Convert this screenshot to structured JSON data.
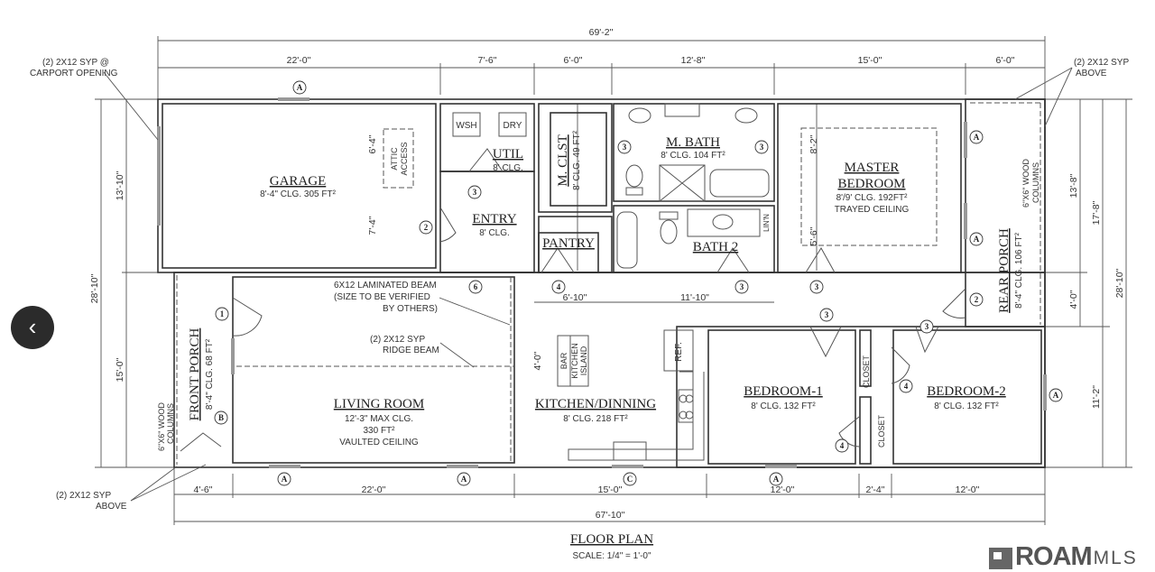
{
  "title": "FLOOR PLAN",
  "scale": "SCALE: 1/4\" = 1'-0\"",
  "logo": {
    "bold": "ROAM",
    "light": "MLS"
  },
  "back_button": {
    "icon": "chevron-left-icon",
    "glyph": "‹"
  },
  "rooms": {
    "garage": {
      "name": "GARAGE",
      "info": "8'-4\" CLG. 305 FT²"
    },
    "util": {
      "name": "UTIL",
      "info": "8' CLG."
    },
    "entry": {
      "name": "ENTRY",
      "info": "8' CLG."
    },
    "m_clst": {
      "name": "M. CLST",
      "info": "8' CLG. 49 FT²"
    },
    "m_bath": {
      "name": "M. BATH",
      "info": "8' CLG. 104 FT²"
    },
    "master": {
      "name1": "MASTER",
      "name2": "BEDROOM",
      "info": "8'/9' CLG. 192FT²",
      "note": "TRAYED CEILING"
    },
    "bath2": {
      "name": "BATH 2"
    },
    "pantry": {
      "name": "PANTRY"
    },
    "rear_porch": {
      "name": "REAR PORCH",
      "info": "8'-4\" CLG. 106 FT²"
    },
    "front_porch": {
      "name": "FRONT PORCH",
      "info": "8'-4\" CLG. 68 FT²"
    },
    "living": {
      "name": "LIVING ROOM",
      "info": "12'-3\" MAX CLG.",
      "area": "330 FT²",
      "note": "VAULTED CEILING"
    },
    "kitchen": {
      "name": "KITCHEN/DINNING",
      "info": "8' CLG. 218 FT²"
    },
    "bedroom1": {
      "name": "BEDROOM-1",
      "info": "8' CLG. 132 FT²"
    },
    "bedroom2": {
      "name": "BEDROOM-2",
      "info": "8' CLG. 132 FT²"
    },
    "closet": "CLOSET"
  },
  "fixtures": {
    "wsh": "WSH",
    "dry": "DRY",
    "attic1": "ATTIC",
    "attic2": "ACCESS",
    "ref": "REF.",
    "bar": "BAR",
    "island1": "KITCHEN",
    "island2": "ISLAND",
    "linen": "LIN'N"
  },
  "notes": {
    "carport1": "(2) 2X12 SYP @",
    "carport2": "CARPORT OPENING",
    "syp_right1": "(2) 2X12 SYP",
    "syp_right2": "ABOVE",
    "cols_right1": "6\"X6\" WOOD",
    "cols_right2": "COLUMNS",
    "beam1": "6X12 LAMINATED BEAM",
    "beam2": "(SIZE TO BE VERIFIED",
    "beam3": "BY OTHERS)",
    "ridge1": "(2) 2X12 SYP",
    "ridge2": "RIDGE BEAM",
    "cols_front1": "6\"X6\" WOOD",
    "cols_front2": "COLUMNS",
    "syp_bottom1": "(2) 2X12 SYP",
    "syp_bottom2": "ABOVE"
  },
  "dimensions": {
    "top_overall": "69'-2\"",
    "top": [
      "22'-0\"",
      "7'-6\"",
      "6'-0\"",
      "12'-8\"",
      "15'-0\"",
      "6'-0\""
    ],
    "left": [
      "13'-10\"",
      "15'-0\"",
      "28'-10\""
    ],
    "right": [
      "13'-8\"",
      "4'-0\"",
      "17'-8\"",
      "11'-2\"",
      "28'-10\""
    ],
    "bottom": [
      "4'-6\"",
      "22'-0\"",
      "15'-0\"",
      "12'-0\"",
      "2'-4\"",
      "12'-0\""
    ],
    "bottom_overall": "67'-10\"",
    "interior": [
      "6'-10\"",
      "11'-10\"",
      "6'-4\"",
      "7'-4\"",
      "8'-2\"",
      "5'-6\"",
      "4'-0\""
    ]
  },
  "markers": [
    "A",
    "A",
    "A",
    "A",
    "A",
    "A",
    "A",
    "A",
    "B",
    "C",
    "1",
    "2",
    "2",
    "3",
    "3",
    "3",
    "3",
    "3",
    "3",
    "3",
    "3",
    "4",
    "4",
    "4",
    "4",
    "6"
  ]
}
